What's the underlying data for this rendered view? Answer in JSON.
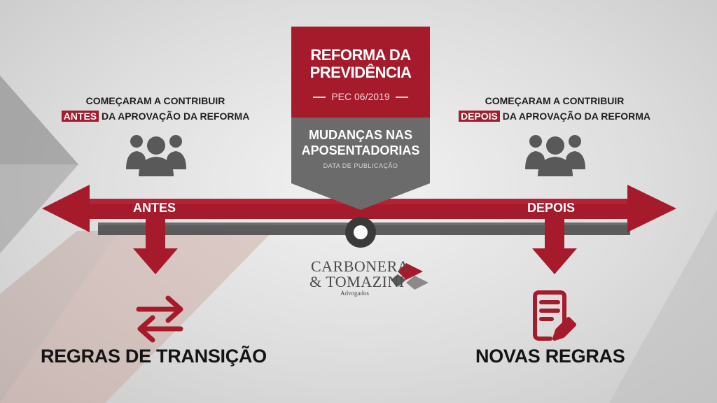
{
  "banner": {
    "title_line1": "REFORMA DA",
    "title_line2": "PREVIDÊNCIA",
    "pec": "PEC 06/2019",
    "subtitle_line1": "MUDANÇAS NAS",
    "subtitle_line2": "APOSENTADORIAS",
    "date_label": "DATA DE PUBLICAÇÃO"
  },
  "left": {
    "heading_line1": "COMEÇARAM A CONTRIBUIR",
    "heading_highlight": "ANTES",
    "heading_rest": " DA APROVAÇÃO DA REFORMA",
    "arrow_label": "ANTES",
    "result": "REGRAS DE TRANSIÇÃO",
    "icon": "people-group-icon",
    "result_icon": "transfer-arrows-icon"
  },
  "right": {
    "heading_line1": "COMEÇARAM A CONTRIBUIR",
    "heading_highlight": "DEPOIS",
    "heading_rest": " DA APROVAÇÃO DA REFORMA",
    "arrow_label": "DEPOIS",
    "result": "NOVAS REGRAS",
    "icon": "people-group-icon",
    "result_icon": "document-edit-icon"
  },
  "logo": {
    "line1": "CARBONERA",
    "line2": "& TOMAZINI",
    "line3": "Advogados"
  },
  "colors": {
    "accent": "#a61b2b",
    "dark": "#595959",
    "text": "#141414",
    "gray_panel": "#6b6b6b"
  }
}
